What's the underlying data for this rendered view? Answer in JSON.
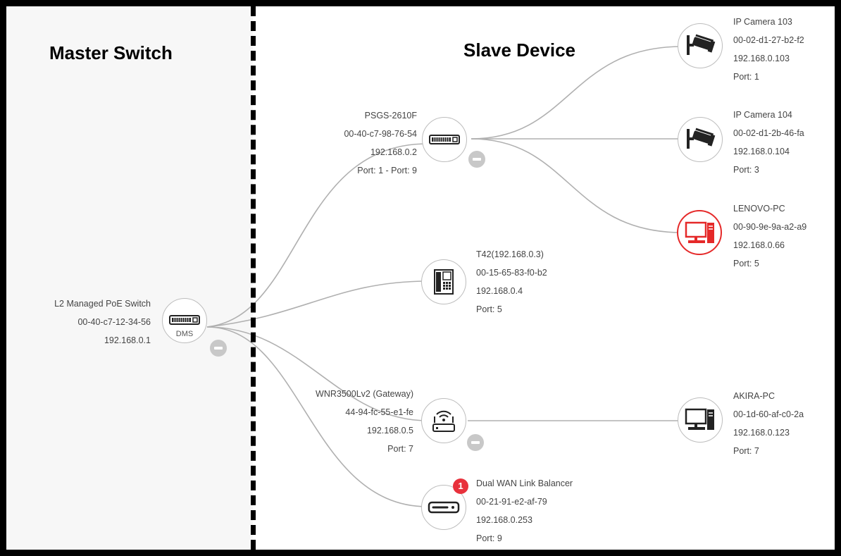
{
  "headings": {
    "master": "Master Switch",
    "slave": "Slave Device"
  },
  "colors": {
    "link": "#b0b0b0",
    "alert": "#e52929",
    "badge": "#e8313c",
    "divider": "#000000"
  },
  "master": {
    "icon": "switch-icon",
    "label": "DMS",
    "info": [
      "L2 Managed PoE Switch",
      "00-40-c7-12-34-56",
      "192.168.0.1"
    ]
  },
  "devices": {
    "psgs": {
      "icon": "switch-icon",
      "info": [
        "PSGS-2610F",
        "00-40-c7-98-76-54",
        "192.168.0.2",
        "Port: 1 - Port: 9"
      ]
    },
    "t42": {
      "icon": "ip-phone-icon",
      "info": [
        "T42(192.168.0.3)",
        "00-15-65-83-f0-b2",
        "192.168.0.4",
        "Port: 5"
      ]
    },
    "wnr": {
      "icon": "router-icon",
      "info": [
        "WNR3500Lv2 (Gateway)",
        "44-94-fc-55-e1-fe",
        "192.168.0.5",
        "Port: 7"
      ]
    },
    "dual_wan": {
      "icon": "link-balancer-icon",
      "badge": "1",
      "info": [
        "Dual WAN Link Balancer",
        "00-21-91-e2-af-79",
        "192.168.0.253",
        "Port: 9"
      ]
    },
    "cam103": {
      "icon": "ip-camera-icon",
      "info": [
        "IP Camera 103",
        "00-02-d1-27-b2-f2",
        "192.168.0.103",
        "Port: 1"
      ]
    },
    "cam104": {
      "icon": "ip-camera-icon",
      "info": [
        "IP Camera 104",
        "00-02-d1-2b-46-fa",
        "192.168.0.104",
        "Port: 3"
      ]
    },
    "lenovo": {
      "icon": "desktop-pc-icon",
      "status": "alert",
      "info": [
        "LENOVO-PC",
        "00-90-9e-9a-a2-a9",
        "192.168.0.66",
        "Port: 5"
      ]
    },
    "akira": {
      "icon": "desktop-pc-icon",
      "info": [
        "AKIRA-PC",
        "00-1d-60-af-c0-2a",
        "192.168.0.123",
        "Port: 7"
      ]
    }
  }
}
